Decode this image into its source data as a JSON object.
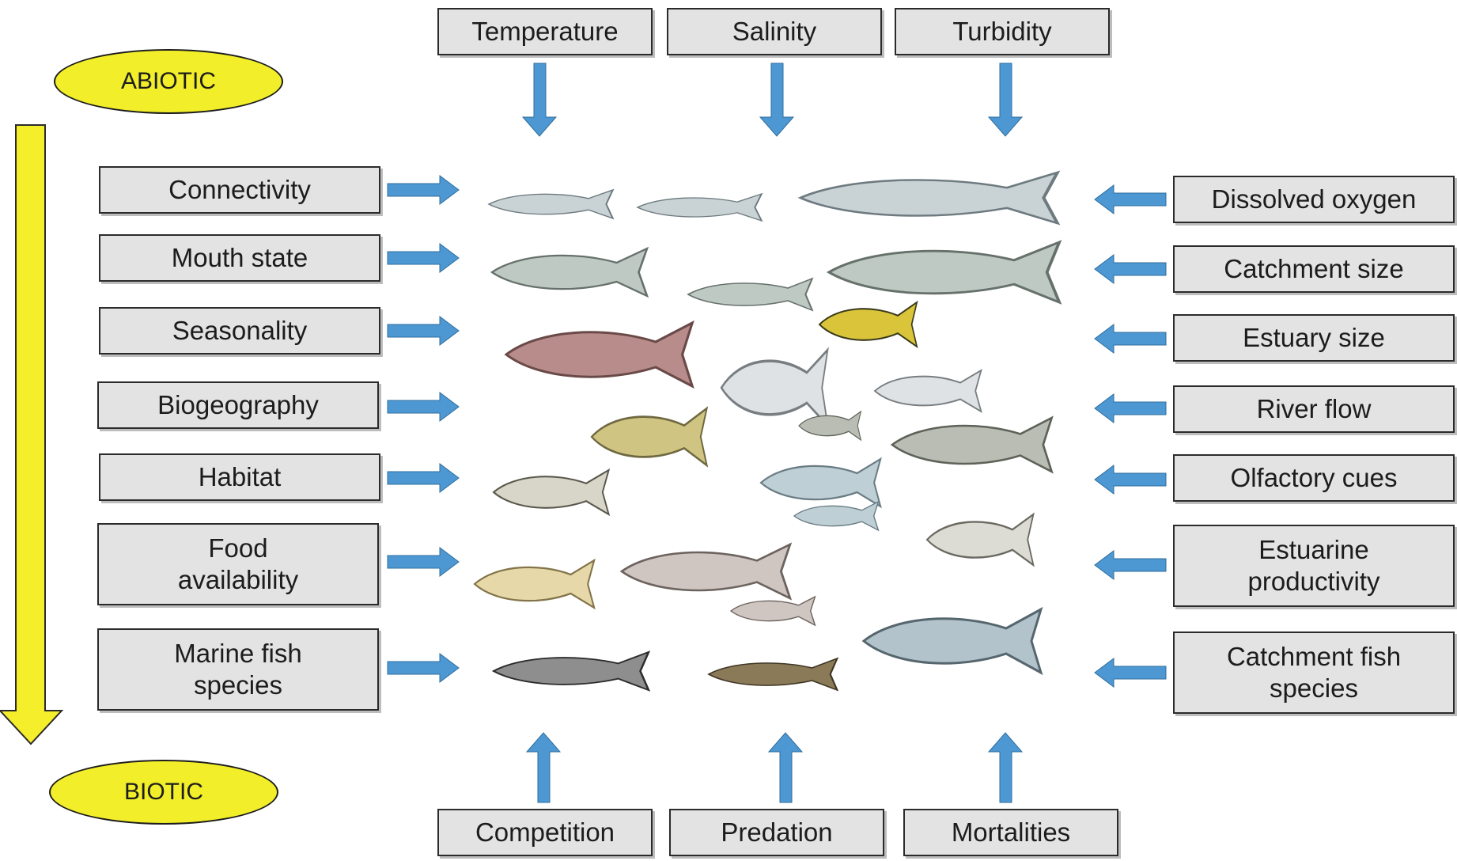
{
  "gradient_scale": {
    "top_label": "ABIOTIC",
    "bottom_label": "BIOTIC",
    "arrow_color": "#f5ef2b"
  },
  "top_factors": [
    "Temperature",
    "Salinity",
    "Turbidity"
  ],
  "bottom_factors": [
    "Competition",
    "Predation",
    "Mortalities"
  ],
  "left_factors": [
    "Connectivity",
    "Mouth state",
    "Seasonality",
    "Biogeography",
    "Habitat",
    "Food availability",
    "Marine fish species"
  ],
  "right_factors": [
    "Dissolved oxygen",
    "Catchment size",
    "Estuary size",
    "River flow",
    "Olfactory cues",
    "Estuarine productivity",
    "Catchment fish species"
  ],
  "colors": {
    "arrow": "#4d98d3",
    "box_fill": "#e3e3e3",
    "ellipse_fill": "#f2ee2a"
  },
  "illustration": "estuarine-fish-assemblage-icon"
}
